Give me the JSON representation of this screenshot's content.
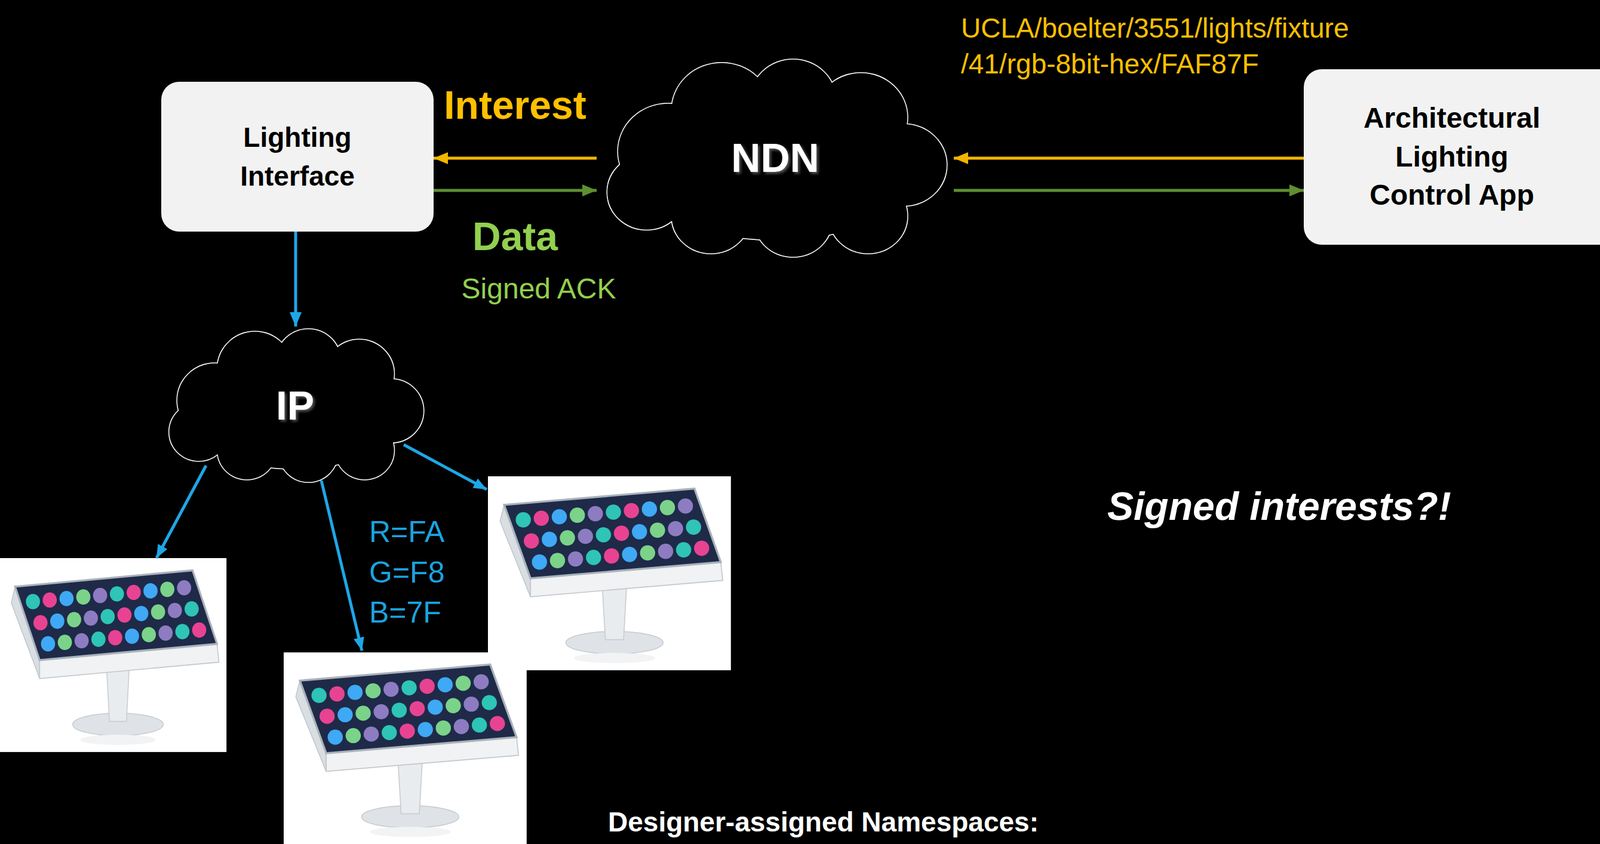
{
  "diagram": {
    "nodes": [
      {
        "text": [
          "Lighting Interface"
        ]
      },
      {
        "text": [
          "NDN"
        ]
      },
      {
        "text": [
          "Architectural Lighting Control App"
        ]
      },
      {
        "text": [
          "IP"
        ]
      }
    ],
    "edges": [
      {
        "from": 1,
        "to": 0,
        "arrow": "to",
        "label": "Interest"
      },
      {
        "from": 0,
        "to": 1,
        "arrow": "to",
        "label": "Data"
      },
      {
        "from": 2,
        "to": 1,
        "arrow": "to"
      },
      {
        "from": 1,
        "to": 2,
        "arrow": "to"
      },
      {
        "from": 0,
        "to": 3,
        "arrow": "to"
      }
    ],
    "labels": [
      "UCLA/boelter/3551/lights/fixture /41/rgb-8bit-hex/FAF87F",
      "Signed ACK",
      "R=FA G=F8 B=7F",
      "Signed interests?!",
      "Designer-assigned Namespaces:"
    ]
  }
}
